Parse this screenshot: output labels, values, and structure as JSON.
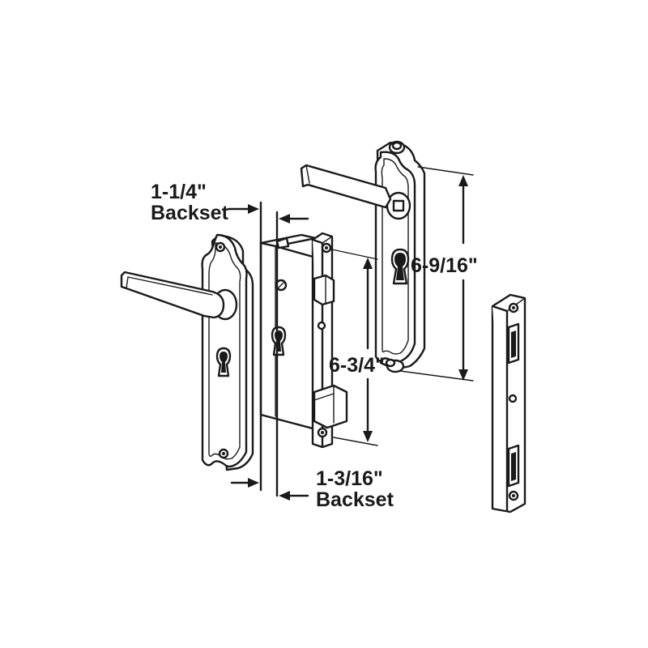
{
  "labels": {
    "backset_outer": [
      "1-1/4\"",
      "Backset"
    ],
    "backset_inner": [
      "1-3/16\"",
      "Backset"
    ],
    "mortise_height": "6-3/4\"",
    "plate_height": "6-9/16\""
  },
  "colors": {
    "line": "#1a1a1a",
    "background": "#ffffff"
  }
}
